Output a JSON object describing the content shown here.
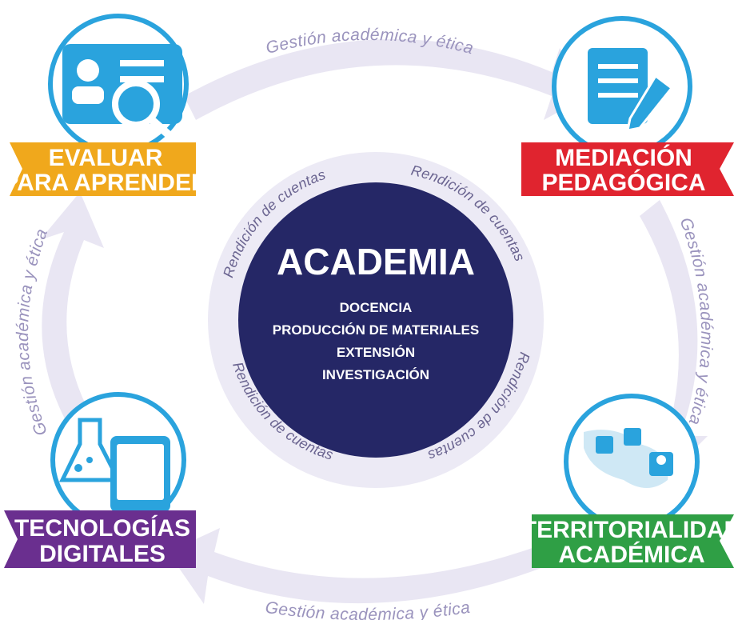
{
  "center": {
    "title": "ACADEMIA",
    "items": [
      "DOCENCIA",
      "PRODUCCIÓN DE MATERIALES",
      "EXTENSIÓN",
      "INVESTIGACIÓN"
    ],
    "ring_labels": [
      "Rendición de cuentas",
      "Rendición de cuentas",
      "Rendición de cuentas",
      "Rendición de cuentas"
    ]
  },
  "cycle_labels": {
    "top": "Gestión académica y ética",
    "right": "Gestión académica y ética",
    "bottom": "Gestión académica y ética",
    "left": "Gestión académica y ética"
  },
  "nodes": [
    {
      "line1": "EVALUAR",
      "line2": "PARA APRENDER",
      "color": "#f0a81c",
      "icon": "id-card-magnifier-icon"
    },
    {
      "line1": "MEDIACIÓN",
      "line2": "PEDAGÓGICA",
      "color": "#e0242f",
      "icon": "notepad-pencil-icon"
    },
    {
      "line1": "TERRITORIALIDAD",
      "line2": "ACADÉMICA",
      "color": "#2f9f45",
      "icon": "map-people-icon"
    },
    {
      "line1": "TECNOLOGÍAS",
      "line2": "DIGITALES",
      "color": "#6a2f8f",
      "icon": "flask-tablet-icon"
    }
  ],
  "colors": {
    "center": "#252766",
    "ring": "#eceaf5",
    "arrow": "#e9e6f3",
    "icon_bg": "#2aa3dd"
  }
}
